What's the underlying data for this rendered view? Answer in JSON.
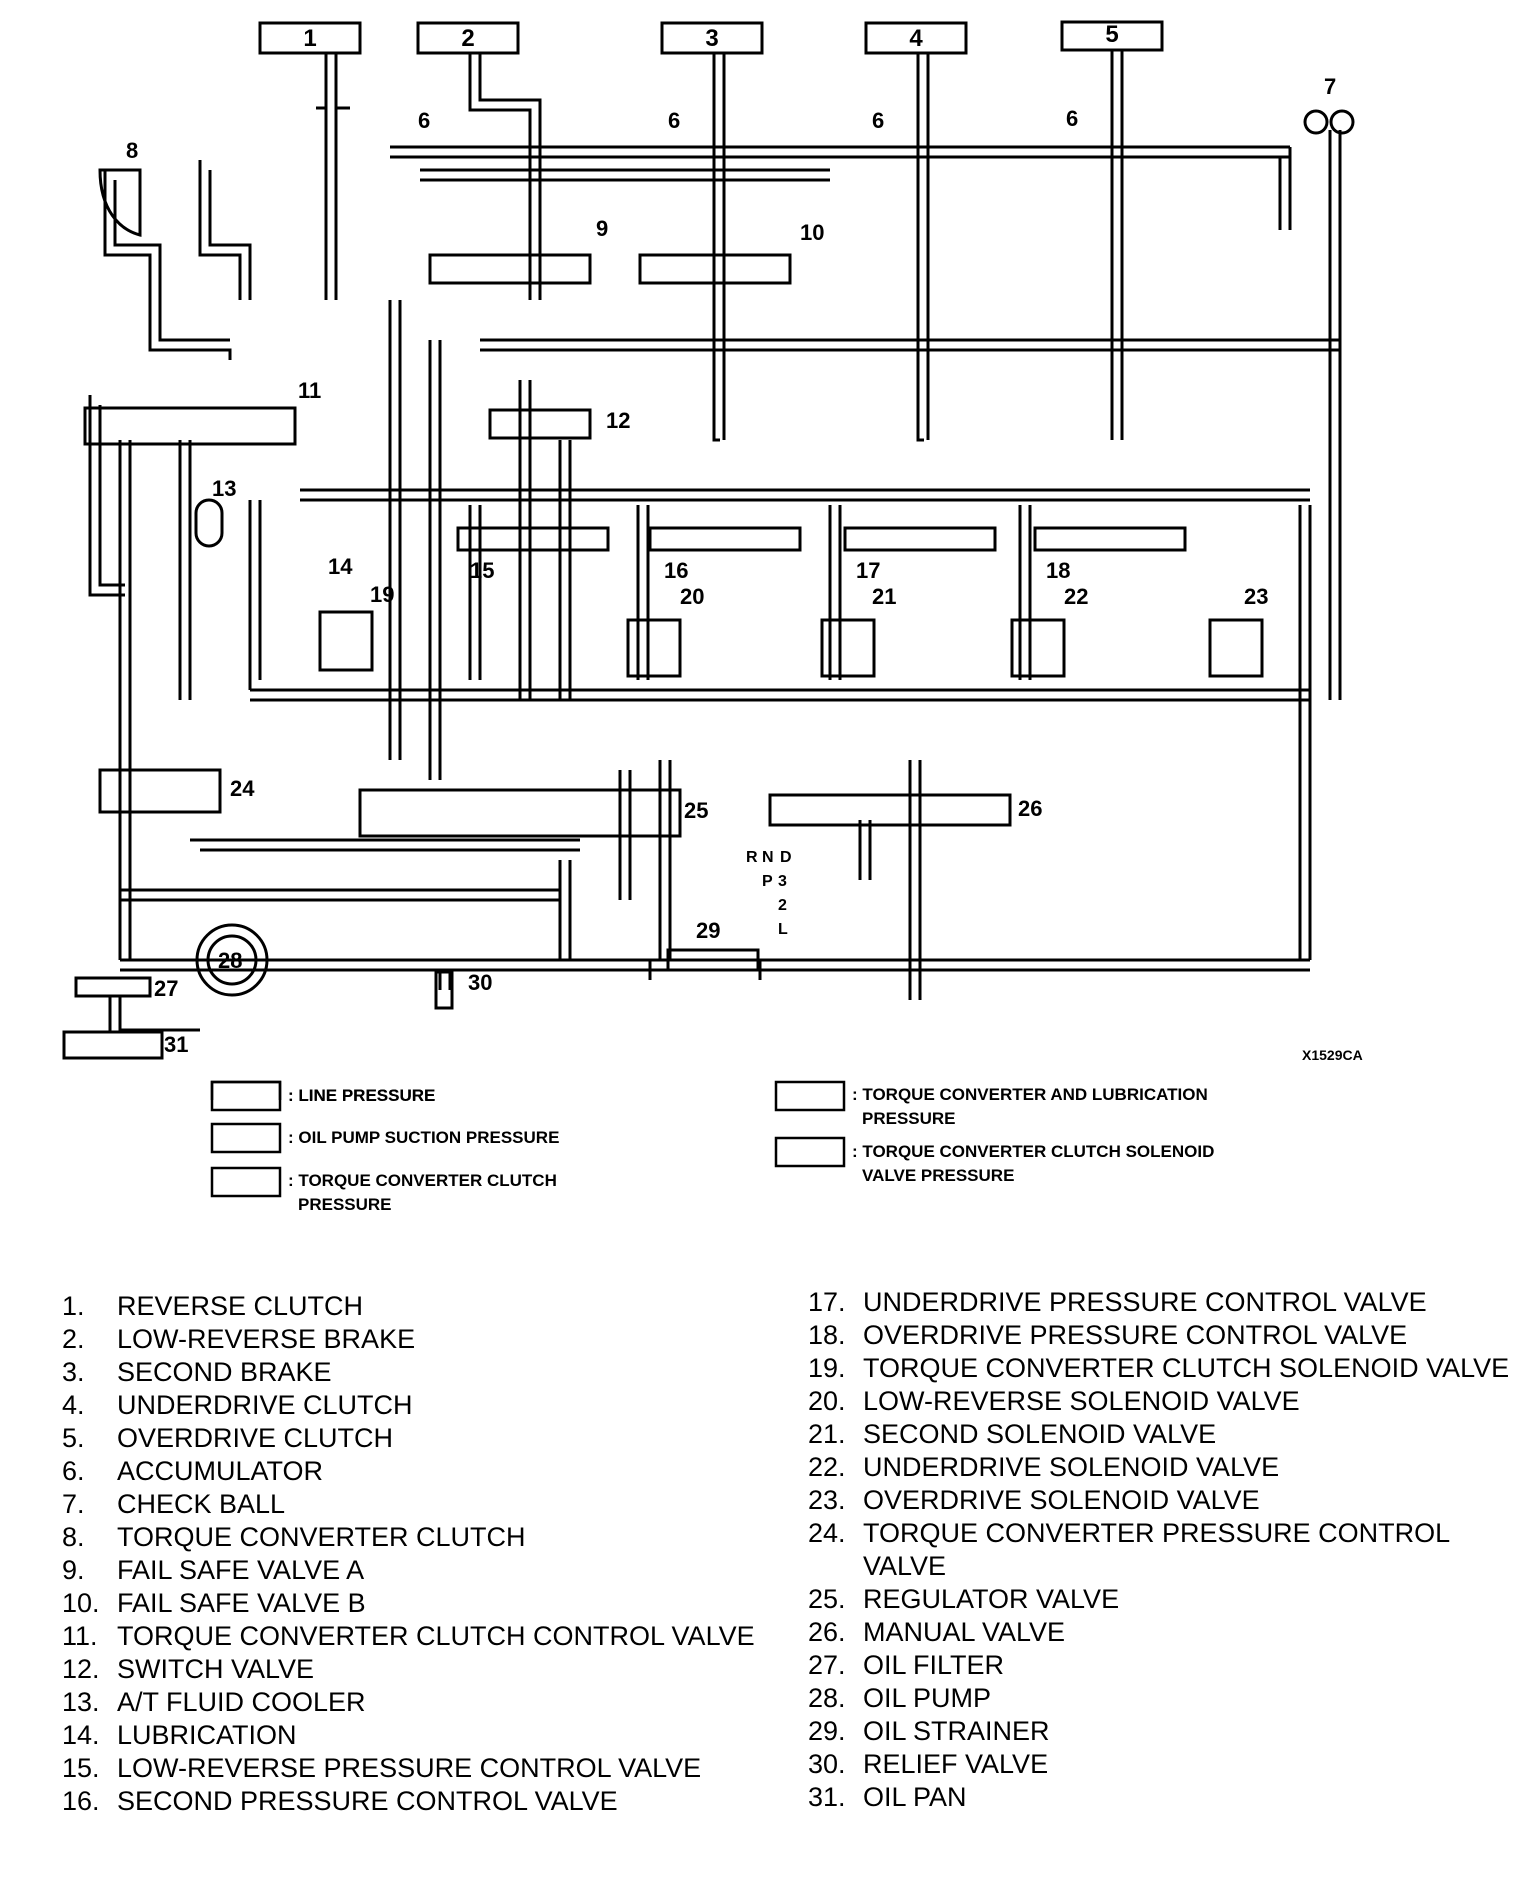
{
  "figure_code": "X1529CA",
  "components": {
    "boxes": [
      "1",
      "2",
      "3",
      "4",
      "5"
    ],
    "accumulator_label": "6",
    "callouts": [
      "7",
      "8",
      "9",
      "10",
      "11",
      "12",
      "13",
      "14",
      "15",
      "16",
      "17",
      "18",
      "19",
      "20",
      "21",
      "22",
      "23",
      "24",
      "25",
      "26",
      "27",
      "28",
      "29",
      "30",
      "31"
    ]
  },
  "selector_positions": [
    "R",
    "N",
    "D",
    "P",
    "3",
    "2",
    "L"
  ],
  "legend": [
    {
      "label": ": LINE PRESSURE"
    },
    {
      "label": ": OIL PUMP SUCTION PRESSURE"
    },
    {
      "label": ": TORQUE CONVERTER CLUTCH",
      "label2": "PRESSURE"
    },
    {
      "label": ": TORQUE CONVERTER AND LUBRICATION",
      "label2": "PRESSURE"
    },
    {
      "label": ": TORQUE CONVERTER CLUTCH SOLENOID",
      "label2": "VALVE PRESSURE"
    }
  ],
  "parts_left": [
    {
      "num": "1.",
      "name": "REVERSE CLUTCH"
    },
    {
      "num": "2.",
      "name": "LOW-REVERSE BRAKE"
    },
    {
      "num": "3.",
      "name": "SECOND BRAKE"
    },
    {
      "num": "4.",
      "name": "UNDERDRIVE CLUTCH"
    },
    {
      "num": "5.",
      "name": "OVERDRIVE CLUTCH"
    },
    {
      "num": "6.",
      "name": "ACCUMULATOR"
    },
    {
      "num": "7.",
      "name": "CHECK BALL"
    },
    {
      "num": "8.",
      "name": "TORQUE CONVERTER CLUTCH"
    },
    {
      "num": "9.",
      "name": "FAIL SAFE VALVE A"
    },
    {
      "num": "10.",
      "name": "FAIL SAFE VALVE B"
    },
    {
      "num": "11.",
      "name": "TORQUE CONVERTER CLUTCH CONTROL VALVE"
    },
    {
      "num": "12.",
      "name": "SWITCH VALVE"
    },
    {
      "num": "13.",
      "name": "A/T FLUID COOLER"
    },
    {
      "num": "14.",
      "name": "LUBRICATION"
    },
    {
      "num": "15.",
      "name": "LOW-REVERSE PRESSURE CONTROL VALVE"
    },
    {
      "num": "16.",
      "name": "SECOND PRESSURE CONTROL VALVE"
    }
  ],
  "parts_right": [
    {
      "num": "17.",
      "name": "UNDERDRIVE PRESSURE CONTROL VALVE"
    },
    {
      "num": "18.",
      "name": "OVERDRIVE PRESSURE CONTROL VALVE"
    },
    {
      "num": "19.",
      "name": "TORQUE CONVERTER CLUTCH SOLENOID VALVE"
    },
    {
      "num": "20.",
      "name": "LOW-REVERSE SOLENOID VALVE"
    },
    {
      "num": "21.",
      "name": "SECOND SOLENOID VALVE"
    },
    {
      "num": "22.",
      "name": "UNDERDRIVE SOLENOID VALVE"
    },
    {
      "num": "23.",
      "name": "OVERDRIVE SOLENOID VALVE"
    },
    {
      "num": "24.",
      "name": "TORQUE CONVERTER PRESSURE CONTROL VALVE"
    },
    {
      "num": "25.",
      "name": "REGULATOR VALVE"
    },
    {
      "num": "26.",
      "name": "MANUAL VALVE"
    },
    {
      "num": "27.",
      "name": "OIL FILTER"
    },
    {
      "num": "28.",
      "name": "OIL PUMP"
    },
    {
      "num": "29.",
      "name": "OIL STRAINER"
    },
    {
      "num": "30.",
      "name": "RELIEF VALVE"
    },
    {
      "num": "31.",
      "name": "OIL PAN"
    }
  ]
}
